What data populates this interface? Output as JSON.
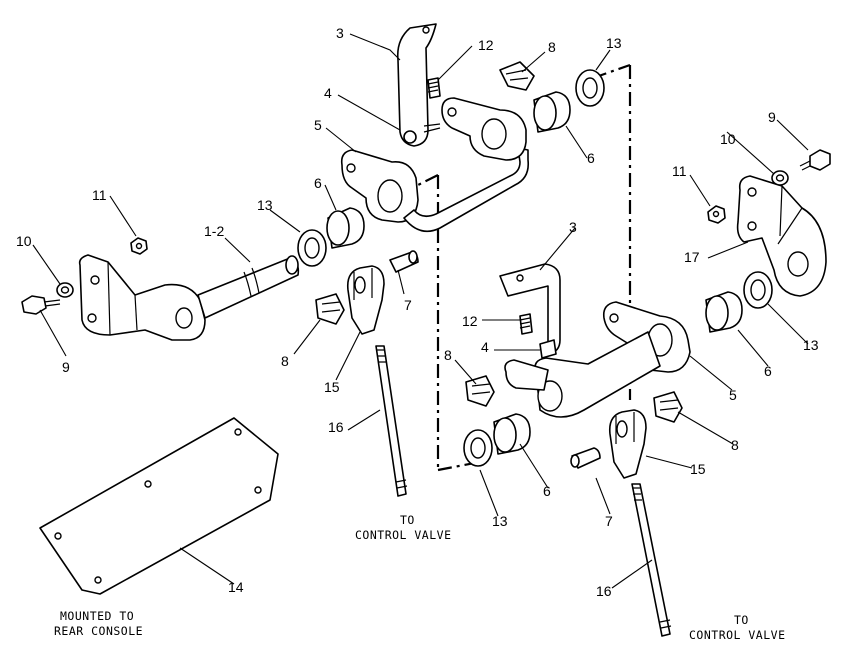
{
  "labels": {
    "l1_2": "1-2",
    "l3a": "3",
    "l3b": "3",
    "l4a": "4",
    "l4b": "4",
    "l5a": "5",
    "l5b": "5",
    "l6a": "6",
    "l6b": "6",
    "l6c": "6",
    "l6d": "6",
    "l7a": "7",
    "l7b": "7",
    "l8a": "8",
    "l8b": "8",
    "l8c": "8",
    "l8d": "8",
    "l9a": "9",
    "l9b": "9",
    "l10a": "10",
    "l10b": "10",
    "l11a": "11",
    "l11b": "11",
    "l12a": "12",
    "l12b": "12",
    "l13a": "13",
    "l13b": "13",
    "l13c": "13",
    "l13d": "13",
    "l14": "14",
    "l15a": "15",
    "l15b": "15",
    "l16a": "16",
    "l16b": "16",
    "l17": "17"
  },
  "notes": {
    "control_valve_1_line1": "TO",
    "control_valve_1_line2": "CONTROL VALVE",
    "control_valve_2_line1": "TO",
    "control_valve_2_line2": "CONTROL VALVE",
    "mounted_line1": "MOUNTED TO",
    "mounted_line2": "REAR CONSOLE"
  }
}
